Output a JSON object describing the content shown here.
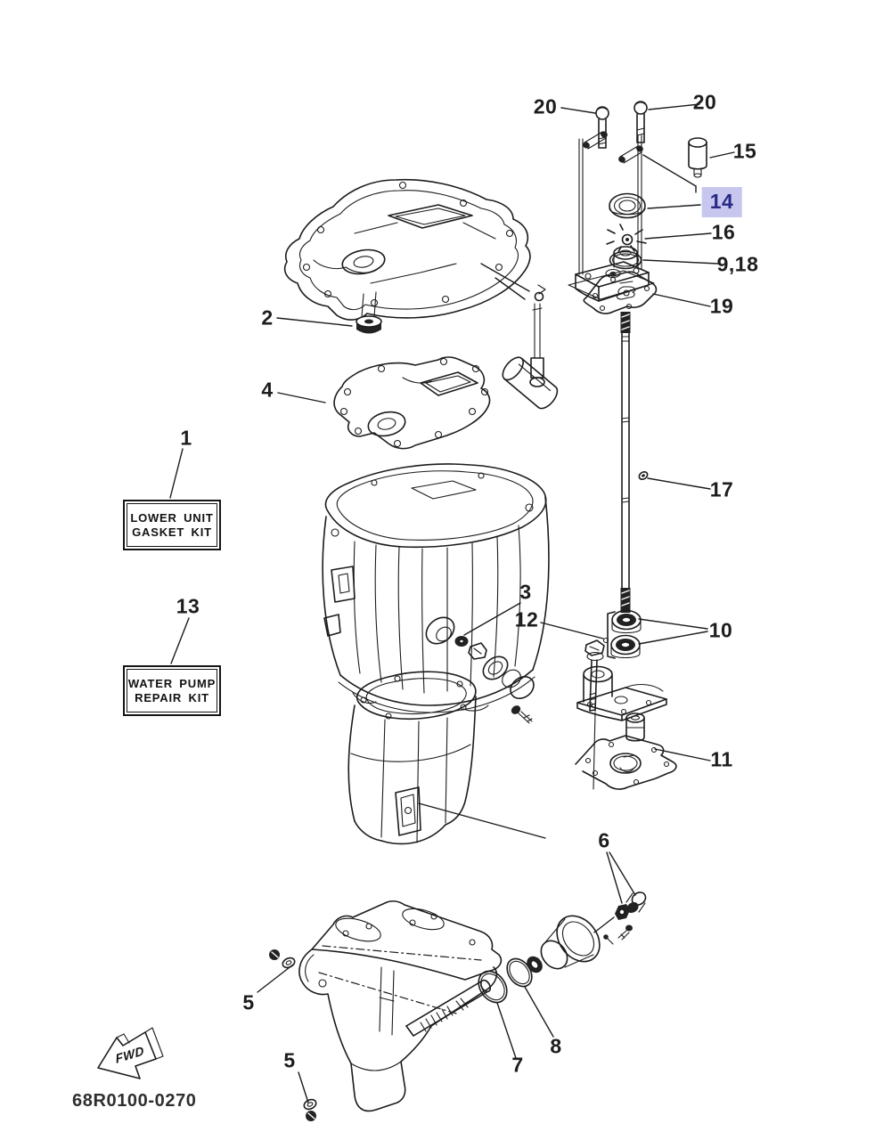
{
  "page": {
    "background": "#ffffff",
    "line_color": "#1c1c1c"
  },
  "highlight": {
    "bg": "#c6c6ef",
    "text": "#2a2a85",
    "selected_callout": "14"
  },
  "diagram_code": "68R0100-0270",
  "fwd_label": "FWD",
  "kit_boxes": [
    {
      "id": "lower-unit-gasket-kit",
      "line1": "LOWER UNIT",
      "line2": "GASKET KIT"
    },
    {
      "id": "water-pump-repair-kit",
      "line1": "WATER PUMP",
      "line2": "REPAIR KIT"
    }
  ],
  "callouts": [
    {
      "label": "20"
    },
    {
      "label": "20"
    },
    {
      "label": "15"
    },
    {
      "label": "14"
    },
    {
      "label": "16"
    },
    {
      "label": "9,18"
    },
    {
      "label": "19"
    },
    {
      "label": "17"
    },
    {
      "label": "10"
    },
    {
      "label": "12"
    },
    {
      "label": "11"
    },
    {
      "label": "6"
    },
    {
      "label": "8"
    },
    {
      "label": "7"
    },
    {
      "label": "5"
    },
    {
      "label": "5"
    },
    {
      "label": "1"
    },
    {
      "label": "13"
    },
    {
      "label": "2"
    },
    {
      "label": "4"
    },
    {
      "label": "3"
    }
  ]
}
